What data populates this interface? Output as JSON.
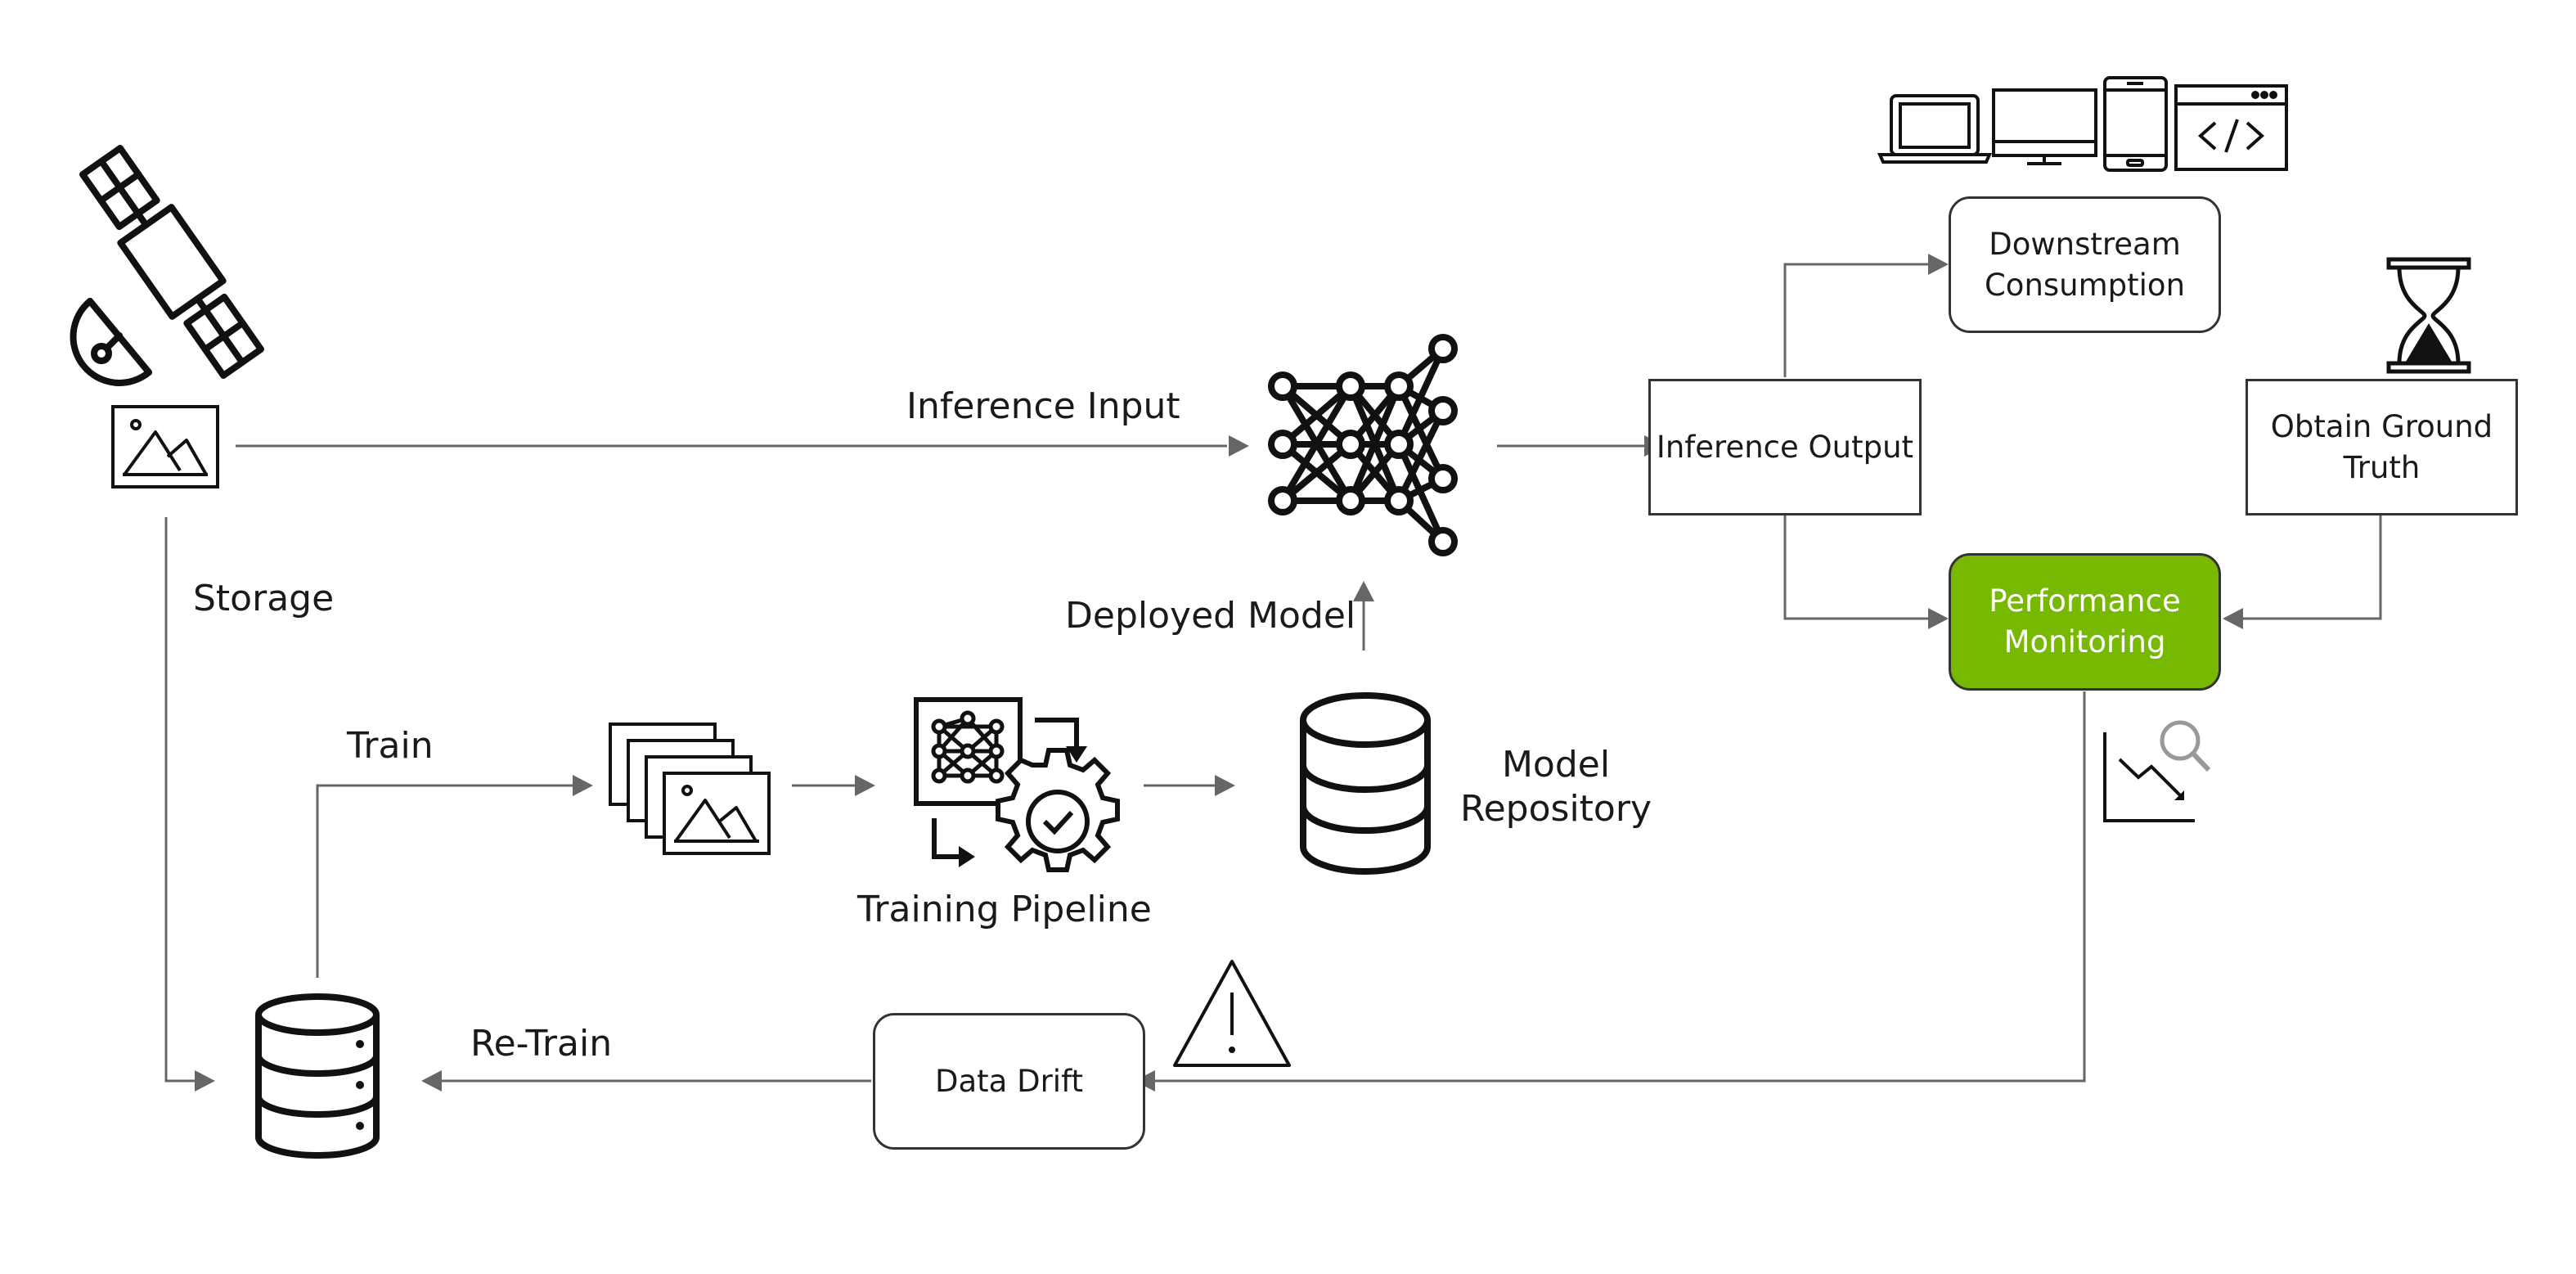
{
  "labels": {
    "inference_input": "Inference Input",
    "storage": "Storage",
    "deployed_model": "Deployed Model",
    "train": "Train",
    "training_pipeline": "Training Pipeline",
    "model_repository_line1": "Model",
    "model_repository_line2": "Repository",
    "re_train": "Re-Train"
  },
  "boxes": {
    "downstream_line1": "Downstream",
    "downstream_line2": "Consumption",
    "inference_output": "Inference Output",
    "ground_truth_line1": "Obtain Ground",
    "ground_truth_line2": "Truth",
    "performance_line1": "Performance",
    "performance_line2": "Monitoring",
    "data_drift": "Data Drift"
  },
  "colors": {
    "accent": "#76b900",
    "line": "#666666",
    "icon": "#111111"
  },
  "icons": [
    "satellite-icon",
    "image-icon",
    "neural-network-icon",
    "laptop-icon",
    "monitor-icon",
    "phone-icon",
    "code-window-icon",
    "hourglass-icon",
    "image-stack-icon",
    "training-pipeline-icon",
    "database-icon",
    "storage-database-icon",
    "warning-icon",
    "chart-search-icon"
  ]
}
